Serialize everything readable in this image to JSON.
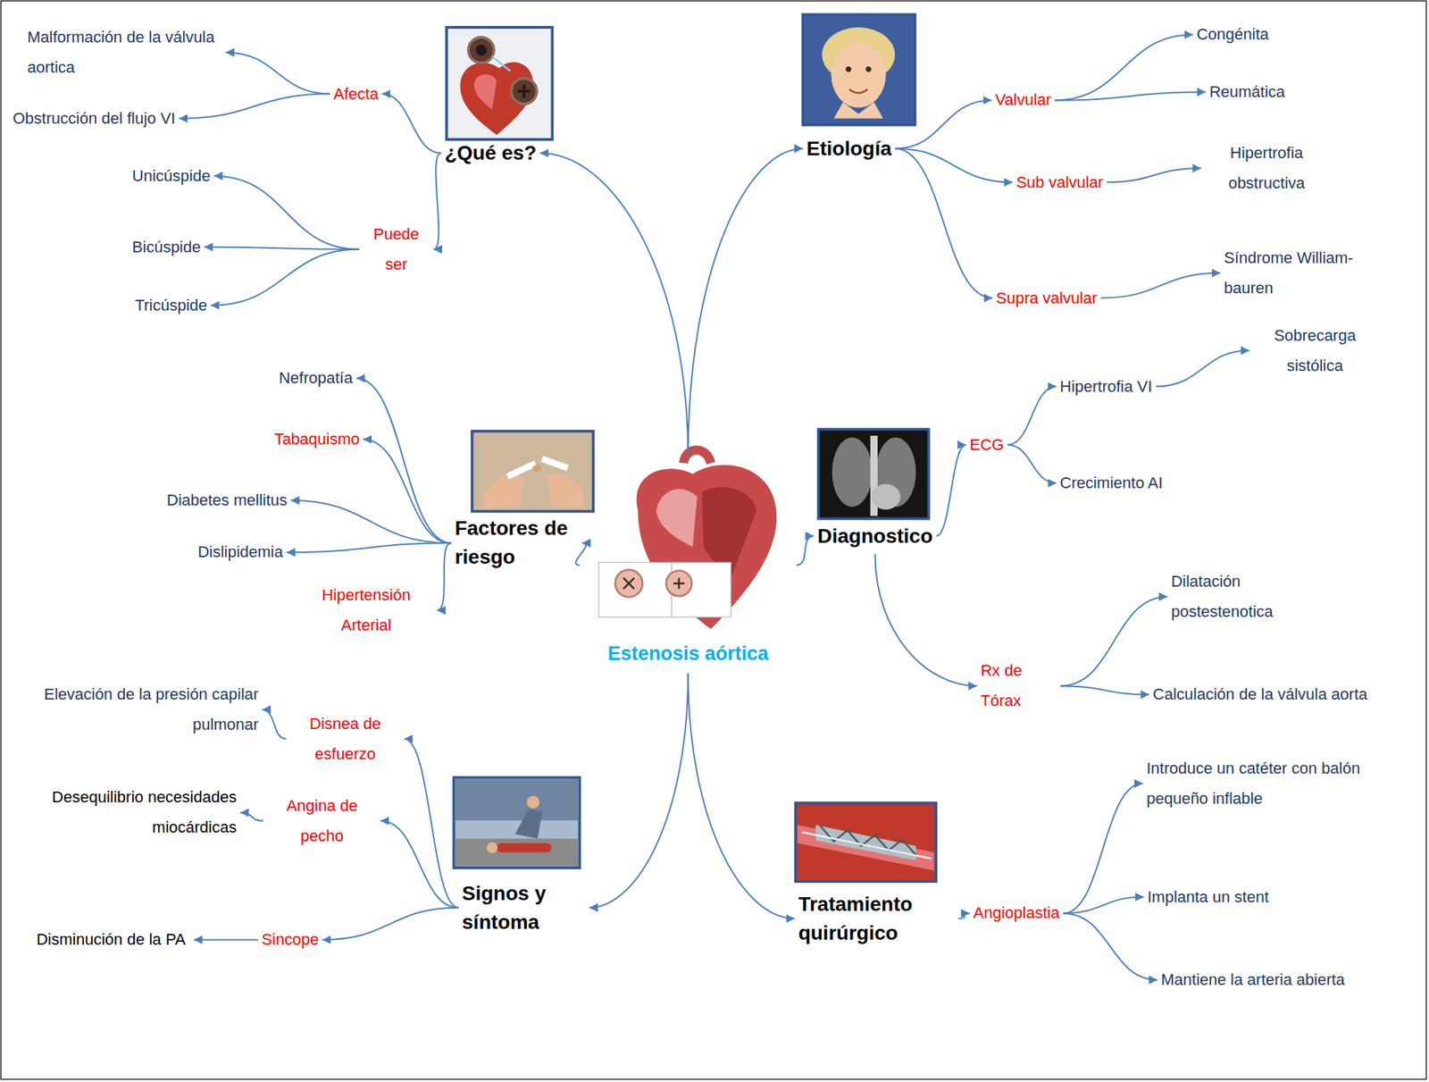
{
  "diagram": {
    "nodes": [
      {
        "text": [
          "Estenosis aórtica"
        ]
      },
      {
        "text": [
          "¿Qué es?"
        ]
      },
      {
        "text": [
          "Afecta"
        ]
      },
      {
        "text": [
          "Malformación de la válvula aortica"
        ]
      },
      {
        "text": [
          "Obstrucción del flujo VI"
        ]
      },
      {
        "text": [
          "Puede ser"
        ]
      },
      {
        "text": [
          "Unicúspide"
        ]
      },
      {
        "text": [
          "Bicúspide"
        ]
      },
      {
        "text": [
          "Tricúspide"
        ]
      },
      {
        "text": [
          "Etiología"
        ]
      },
      {
        "text": [
          "Valvular"
        ]
      },
      {
        "text": [
          "Congénita"
        ]
      },
      {
        "text": [
          "Reumática"
        ]
      },
      {
        "text": [
          "Sub valvular"
        ]
      },
      {
        "text": [
          "Hipertrofia obstructiva"
        ]
      },
      {
        "text": [
          "Supra valvular"
        ]
      },
      {
        "text": [
          "Síndrome William-bauren"
        ]
      },
      {
        "text": [
          "Factores de riesgo"
        ]
      },
      {
        "text": [
          "Nefropatía"
        ]
      },
      {
        "text": [
          "Tabaquismo"
        ]
      },
      {
        "text": [
          "Diabetes mellitus"
        ]
      },
      {
        "text": [
          "Dislipidemia"
        ]
      },
      {
        "text": [
          "Hipertensión Arterial"
        ]
      },
      {
        "text": [
          "Diagnostico"
        ]
      },
      {
        "text": [
          "ECG"
        ]
      },
      {
        "text": [
          "Hipertrofia VI"
        ]
      },
      {
        "text": [
          "Sobrecarga sistólica"
        ]
      },
      {
        "text": [
          "Crecimiento AI"
        ]
      },
      {
        "text": [
          "Rx de Tórax"
        ]
      },
      {
        "text": [
          "Dilatación postestenotica"
        ]
      },
      {
        "text": [
          "Calculación de la válvula aorta"
        ]
      },
      {
        "text": [
          "Signos y síntoma"
        ]
      },
      {
        "text": [
          "Disnea de esfuerzo"
        ]
      },
      {
        "text": [
          "Elevación de la presión capilar pulmonar"
        ]
      },
      {
        "text": [
          "Angina de pecho"
        ]
      },
      {
        "text": [
          "Desequilibrio necesidades miocárdicas"
        ]
      },
      {
        "text": [
          "Sincope"
        ]
      },
      {
        "text": [
          "Disminución de la PA"
        ]
      },
      {
        "text": [
          "Tratamiento quirúrgico"
        ]
      },
      {
        "text": [
          "Angioplastia"
        ]
      },
      {
        "text": [
          "Introduce un catéter con balón pequeño inflable"
        ]
      },
      {
        "text": [
          "Implanta un stent"
        ]
      },
      {
        "text": [
          "Mantiene la arteria abierta"
        ]
      }
    ],
    "edges": [
      {
        "from": 0,
        "to": 1,
        "arrow": "to"
      },
      {
        "from": 1,
        "to": 2,
        "arrow": "to"
      },
      {
        "from": 2,
        "to": 3,
        "arrow": "to"
      },
      {
        "from": 2,
        "to": 4,
        "arrow": "to"
      },
      {
        "from": 1,
        "to": 5,
        "arrow": "to"
      },
      {
        "from": 5,
        "to": 6,
        "arrow": "to"
      },
      {
        "from": 5,
        "to": 7,
        "arrow": "to"
      },
      {
        "from": 5,
        "to": 8,
        "arrow": "to"
      },
      {
        "from": 0,
        "to": 9,
        "arrow": "to"
      },
      {
        "from": 9,
        "to": 10,
        "arrow": "to"
      },
      {
        "from": 10,
        "to": 11,
        "arrow": "to"
      },
      {
        "from": 10,
        "to": 12,
        "arrow": "to"
      },
      {
        "from": 9,
        "to": 13,
        "arrow": "to"
      },
      {
        "from": 13,
        "to": 14,
        "arrow": "to"
      },
      {
        "from": 9,
        "to": 15,
        "arrow": "to"
      },
      {
        "from": 15,
        "to": 16,
        "arrow": "to"
      },
      {
        "from": 0,
        "to": 17,
        "arrow": "to"
      },
      {
        "from": 17,
        "to": 18,
        "arrow": "to"
      },
      {
        "from": 17,
        "to": 19,
        "arrow": "to"
      },
      {
        "from": 17,
        "to": 20,
        "arrow": "to"
      },
      {
        "from": 17,
        "to": 21,
        "arrow": "to"
      },
      {
        "from": 17,
        "to": 22,
        "arrow": "to"
      },
      {
        "from": 0,
        "to": 23,
        "arrow": "to"
      },
      {
        "from": 23,
        "to": 24,
        "arrow": "to"
      },
      {
        "from": 24,
        "to": 25,
        "arrow": "to"
      },
      {
        "from": 25,
        "to": 26,
        "arrow": "to"
      },
      {
        "from": 24,
        "to": 27,
        "arrow": "to"
      },
      {
        "from": 23,
        "to": 28,
        "arrow": "to"
      },
      {
        "from": 28,
        "to": 29,
        "arrow": "to"
      },
      {
        "from": 28,
        "to": 30,
        "arrow": "to"
      },
      {
        "from": 0,
        "to": 31,
        "arrow": "to"
      },
      {
        "from": 31,
        "to": 32,
        "arrow": "to"
      },
      {
        "from": 32,
        "to": 33,
        "arrow": "to"
      },
      {
        "from": 31,
        "to": 34,
        "arrow": "to"
      },
      {
        "from": 34,
        "to": 35,
        "arrow": "to"
      },
      {
        "from": 31,
        "to": 36,
        "arrow": "to"
      },
      {
        "from": 36,
        "to": 37,
        "arrow": "to"
      },
      {
        "from": 0,
        "to": 38,
        "arrow": "to"
      },
      {
        "from": 38,
        "to": 39,
        "arrow": "to"
      },
      {
        "from": 39,
        "to": 40,
        "arrow": "to"
      },
      {
        "from": 39,
        "to": 41,
        "arrow": "to"
      },
      {
        "from": 39,
        "to": 42,
        "arrow": "to"
      }
    ]
  }
}
